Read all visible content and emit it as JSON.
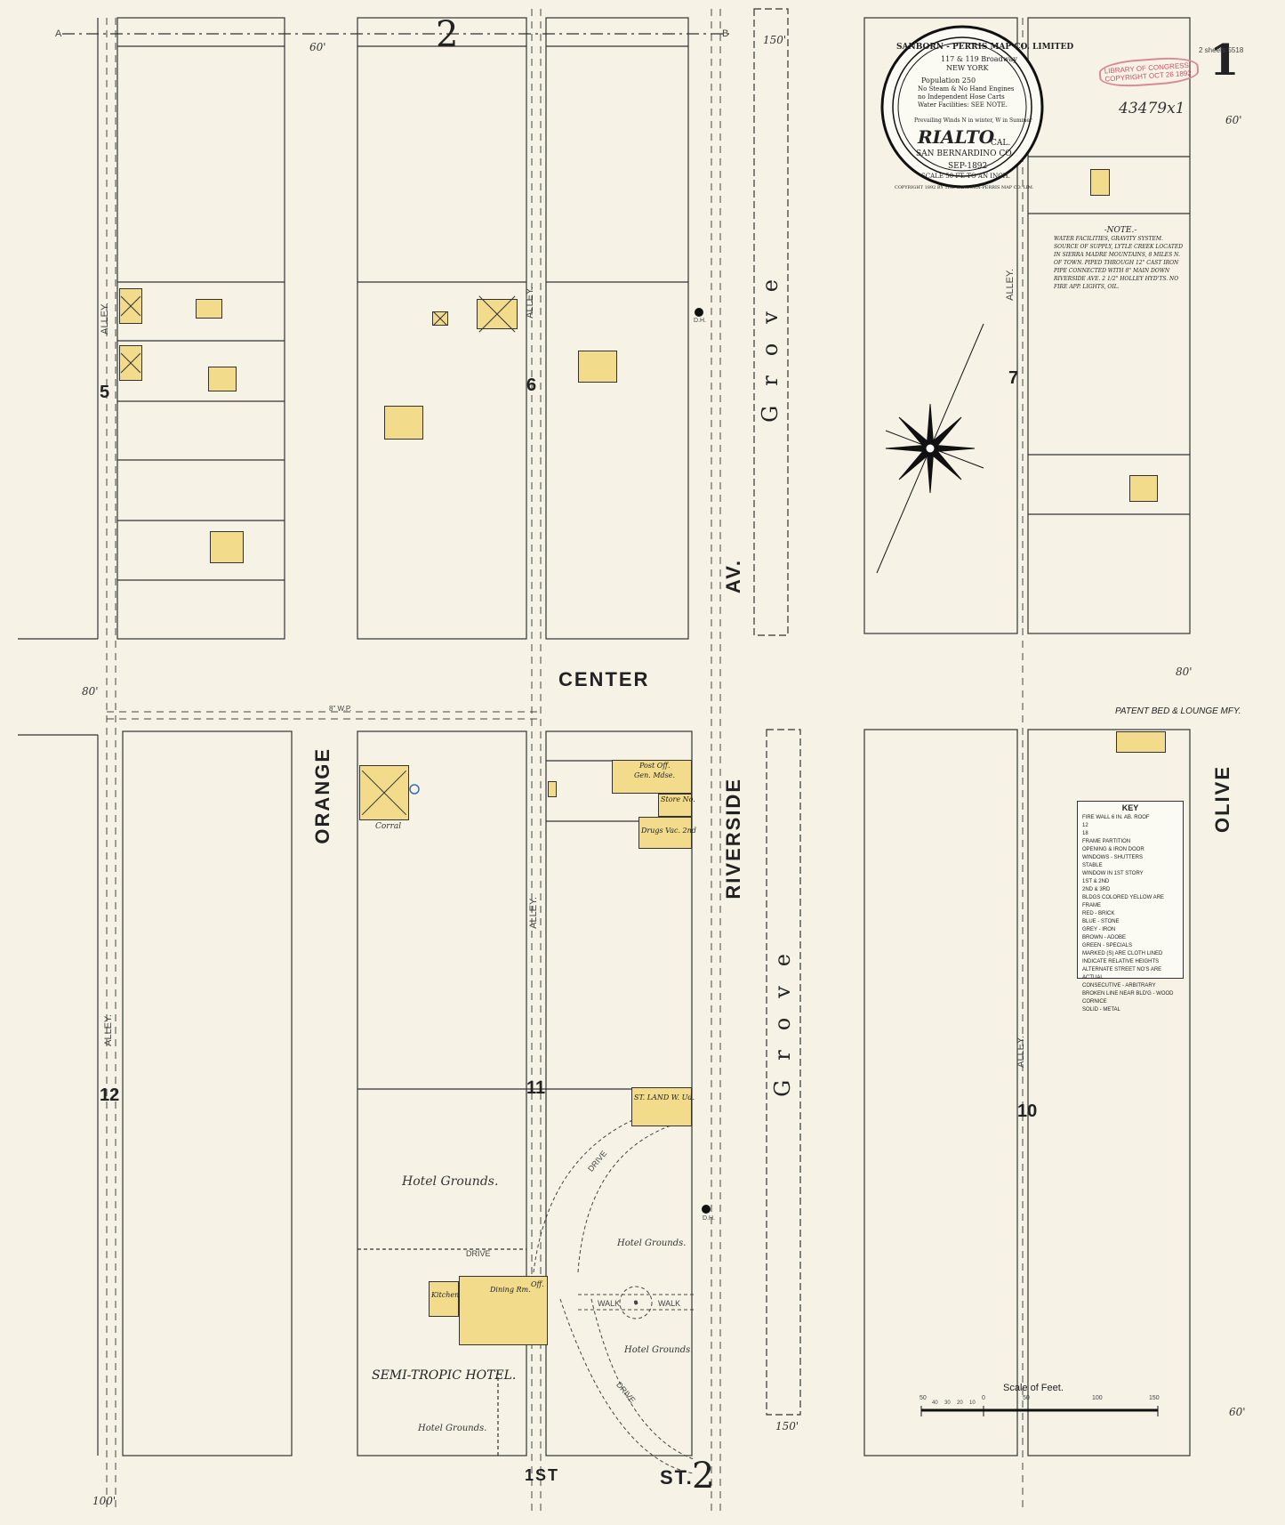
{
  "sheet": {
    "number": "1",
    "sheet_top_numeral": "2",
    "bottom_sheet_numeral": "2",
    "corner_note": "2 sheets 5518",
    "accession_number": "43479x1"
  },
  "title_block": {
    "publisher": "SANBORN - PERRIS MAP CO. LIMITED",
    "address": "117 & 119 Broadway",
    "city": "NEW YORK",
    "population": "Population 250",
    "engines": "No Steam & No Hand Engines",
    "hose": "no Independent Hose Carts",
    "water": "Water Facilities: SEE NOTE.",
    "winds": "Prevailing Winds N in winter, W in Summer",
    "town": "RIALTO",
    "state": "CAL.",
    "county": "SAN BERNARDINO CO.",
    "date": "SEP-1892",
    "scale": "SCALE 50 FT. TO AN INCH.",
    "copyright": "COPYRIGHT 1892 BY THE SANBORN-PERRIS MAP CO. LIM."
  },
  "stamp": "LIBRARY OF CONGRESS COPYRIGHT OCT 26 1892",
  "note": {
    "title": "-NOTE.-",
    "text": "WATER FACILITIES, GRAVITY SYSTEM. SOURCE OF SUPPLY, LYTLE CREEK LOCATED IN SIERRA MADRE MOUNTAINS, 8 MILES N. OF TOWN. PIPED THROUGH 12\" CAST IRON PIPE CONNECTED WITH 8\" MAIN DOWN RIVERSIDE AVE. 2 1/2\" HOLLEY HYD'TS. NO FIRE APP. LIGHTS, OIL."
  },
  "key": {
    "title": "KEY",
    "rows": [
      "FIRE WALL 6 IN. AB. ROOF",
      "12",
      "18",
      "FRAME PARTITION",
      "OPENING & IRON DOOR",
      "WINDOWS - SHUTTERS",
      "STABLE",
      "WINDOW IN 1ST STORY",
      "1ST & 2ND",
      "2ND & 3RD",
      "BLDGS COLORED YELLOW ARE FRAME",
      "RED - BRICK",
      "BLUE - STONE",
      "GREY - IRON",
      "BROWN - ADOBE",
      "GREEN - SPECIALS",
      "MARKED (S) ARE CLOTH LINED",
      "INDICATE RELATIVE HEIGHTS",
      "ALTERNATE STREET NO'S ARE ACTUAL",
      "CONSECUTIVE - ARBITRARY",
      "BROKEN LINE NEAR BLD'G - WOOD CORNICE",
      "SOLID - METAL"
    ]
  },
  "streets": {
    "center": "CENTER",
    "orange": "ORANGE",
    "riverside": "RIVERSIDE",
    "av": "AV.",
    "olive": "OLIVE",
    "first": "1ST",
    "st": "ST.",
    "grove": "Grove",
    "alley": "ALLEY."
  },
  "blocks": [
    "5",
    "6",
    "7",
    "12",
    "11",
    "10"
  ],
  "places": {
    "hotel_grounds": "Hotel Grounds.",
    "semi_tropic_hotel": "SEMI-TROPIC HOTEL.",
    "drive": "DRIVE",
    "walk": "WALK",
    "patent_bed": "PATENT BED & LOUNGE MFY.",
    "corral": "Corral",
    "post_office": "Post Off.",
    "gen_mdse": "Gen. Mdse.",
    "store": "Store No.",
    "drugs": "Drugs Vac. 2nd",
    "st_land": "ST. LAND W. Ud.",
    "dining_rm": "Dining Rm.",
    "kitchen": "Kitchen",
    "office": "Off."
  },
  "scale_bar": {
    "title": "Scale of Feet.",
    "ticks": [
      "50",
      "40",
      "30",
      "20",
      "10",
      "0",
      "50",
      "100",
      "150"
    ]
  },
  "dimensions": {
    "top_width": "60'",
    "right_width": "60'",
    "avenue_width": "150'",
    "center_width": "80'",
    "olive_width": "80'",
    "bottom_width": "100'"
  },
  "grid_letters": {
    "a": "A",
    "b": "B"
  },
  "hydrant": "D.H.",
  "water_main": "8\" W.P."
}
